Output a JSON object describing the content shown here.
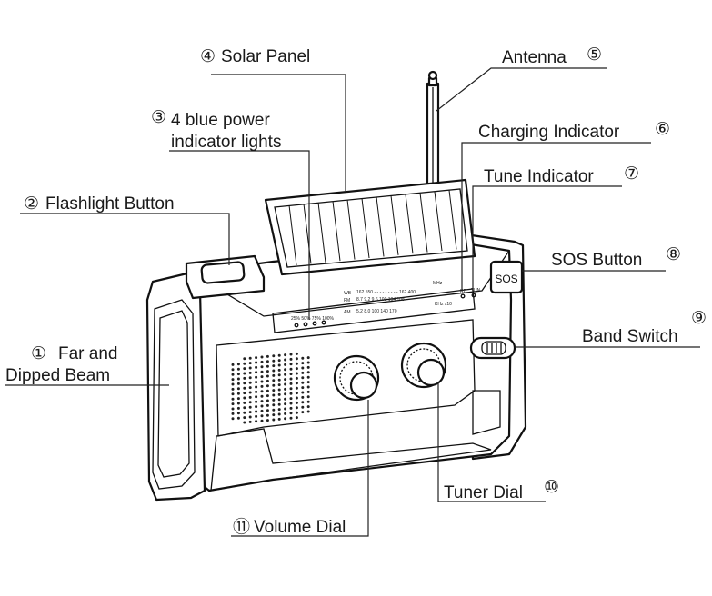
{
  "labels": {
    "solar_panel": {
      "num": "④",
      "text": "Solar Panel"
    },
    "antenna": {
      "num": "⑤",
      "text": "Antenna"
    },
    "power_lights": {
      "num": "③",
      "line1": "4 blue power",
      "line2": "indicator lights"
    },
    "charging_indicator": {
      "num": "⑥",
      "text": "Charging Indicator"
    },
    "tune_indicator": {
      "num": "⑦",
      "text": "Tune Indicator"
    },
    "flashlight_button": {
      "num": "②",
      "text": "Flashlight Button"
    },
    "sos_button": {
      "num": "⑧",
      "text": "SOS Button"
    },
    "band_switch": {
      "num": "⑨",
      "text": "Band Switch"
    },
    "far_dipped_beam": {
      "num": "①",
      "line1": "Far and",
      "line2": "Dipped Beam"
    },
    "tuner_dial": {
      "num": "⑩",
      "text": "Tuner Dial"
    },
    "volume_dial": {
      "num": "⑪",
      "text": "Volume Dial"
    }
  },
  "device": {
    "sos_text": "SOS",
    "dial_wb": "WB",
    "dial_fm": "FM",
    "dial_am": "AM",
    "wb_scale": "162.550 - - - - - - - - - 162.400",
    "wb_unit": "MHz",
    "fm_scale": "8.7    9.2    9.6    100  104  108",
    "am_scale": "5.2    8.0    100    140    170",
    "am_unit": "KHz x10",
    "battery_scale": "25%  50%  75%  100%",
    "rd_label": "RD",
    "tun_label": "TUN"
  }
}
